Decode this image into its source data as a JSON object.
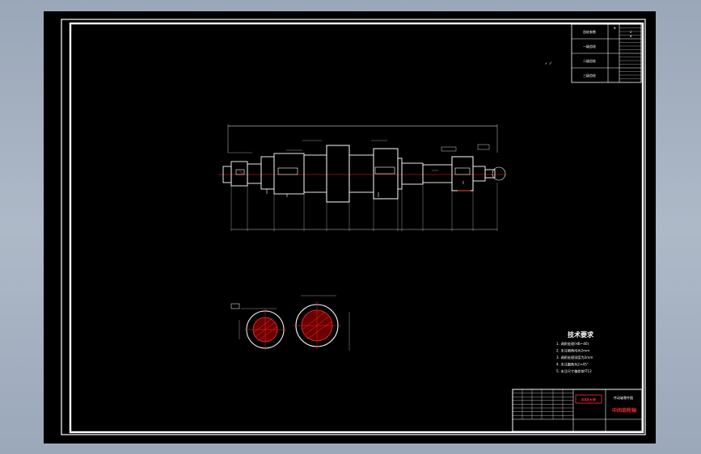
{
  "drawing": {
    "gear_table_rows": [
      {
        "label": "齿轮参数",
        "values": [
          "m",
          "z",
          "α"
        ]
      },
      {
        "label": "一级齿轮",
        "values": [
          "",
          "",
          ""
        ]
      },
      {
        "label": "二级齿轮",
        "values": [
          "",
          "",
          ""
        ]
      },
      {
        "label": "三级齿轮",
        "values": [
          "",
          "",
          ""
        ]
      }
    ],
    "technical_requirements": {
      "title": "技术要求",
      "items": [
        "1. 调质处理(HB~40)",
        "2. 未注倒角均为2mm",
        "3. 调质处理深度为2mm",
        "4. 未注圆角为2×45°",
        "5. 未注尺寸偏差按IT12"
      ]
    },
    "title_block": {
      "red_stamp": "XXX大学",
      "part_title": "传动轴零件图",
      "red_caption": "中间齿轮轴"
    }
  }
}
